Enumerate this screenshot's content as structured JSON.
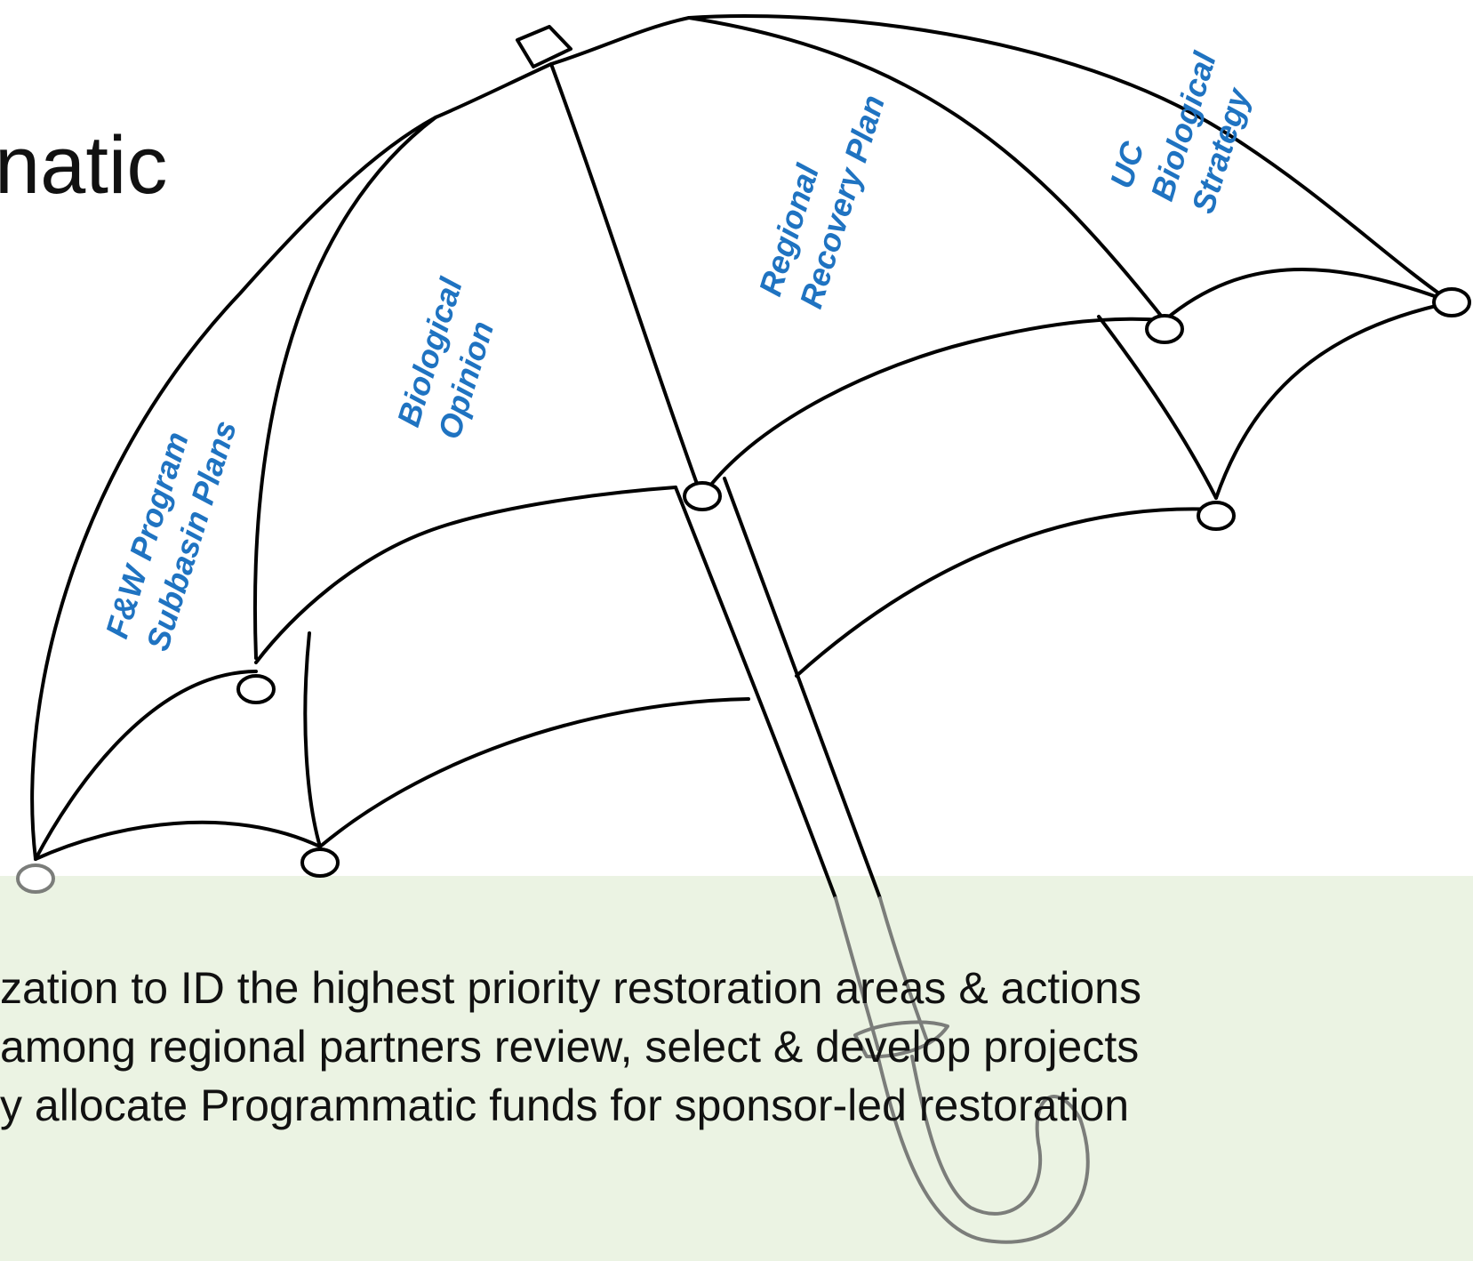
{
  "title": {
    "fragment": "natic"
  },
  "umbrella": {
    "panel_labels": [
      {
        "lines": [
          "F&W Program",
          "Subbasin Plans"
        ]
      },
      {
        "lines": [
          "Biological",
          "Opinion"
        ]
      },
      {
        "lines": [
          "Regional",
          "Recovery Plan"
        ]
      },
      {
        "lines": [
          "UC",
          "Biological",
          "Strategy"
        ]
      }
    ],
    "label_color": "#1f73c1"
  },
  "bullets": [
    "zation to ID the highest priority restoration areas & actions",
    "among regional partners review, select & develop projects",
    "y allocate Programmatic funds for sponsor-led restoration"
  ],
  "colors": {
    "background": "#ffffff",
    "bottom_band": "#ebf3e3",
    "text": "#111111",
    "outline": "#000000",
    "handle_outline": "#7b7d7a"
  }
}
